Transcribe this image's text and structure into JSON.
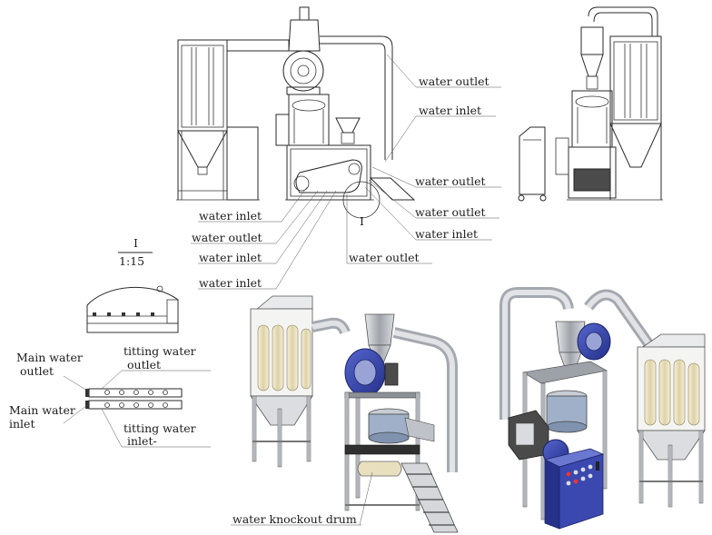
{
  "labels": {
    "water_outlet_1": "water outlet",
    "water_inlet_1": "water inlet",
    "water_outlet_2": "water outlet",
    "water_outlet_3": "water outlet",
    "water_inlet_2": "water inlet",
    "water_outlet_4": "water outlet",
    "water_inlet_l1": "water inlet",
    "water_outlet_l1": "water outlet",
    "water_inlet_l2": "water inlet",
    "water_inlet_l3": "water inlet",
    "detail_ref": "I",
    "detail_scale_top": "I",
    "detail_scale_bottom": "1:15",
    "main_water_outlet_1": "Main water",
    "main_water_outlet_2": "outlet",
    "main_water_inlet_1": "Main water",
    "main_water_inlet_2": "inlet",
    "titting_outlet_1": "titting water",
    "titting_outlet_2": "outlet",
    "titting_inlet_1": "titting water",
    "titting_inlet_2": "inlet-",
    "knockout_drum": "water knockout drum"
  },
  "colors": {
    "line": "#2a2a2a",
    "pipe_grey": "#b9bcc2",
    "frame_grey": "#8d9096",
    "filter_cream": "#e8dfbf",
    "motor_blue": "#2f3f9a",
    "cabinet_blue": "#3a48b0",
    "dark": "#3d3d3d"
  }
}
